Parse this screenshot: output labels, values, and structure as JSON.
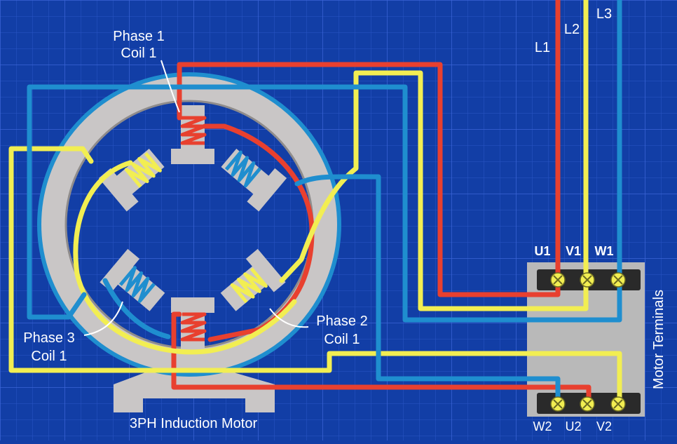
{
  "colors": {
    "background": "#123ea6",
    "grid": "#2f5bd0",
    "phase_red": "#e8402f",
    "phase_yellow": "#f2ee52",
    "phase_blue": "#1f8ecf",
    "stator_gray": "#c9c6c6",
    "terminal_box": "#b9b9b9",
    "label_text": "#ffffff"
  },
  "labels": {
    "phase1_line1": "Phase 1",
    "phase1_line2": "Coil 1",
    "phase2_line1": "Phase 2",
    "phase2_line2": "Coil 1",
    "phase3_line1": "Phase 3",
    "phase3_line2": "Coil 1",
    "motor_title": "3PH Induction Motor",
    "terminals_title": "Motor Terminals",
    "l1": "L1",
    "l2": "L2",
    "l3": "L3",
    "u1": "U1",
    "v1": "V1",
    "w1": "W1",
    "w2": "W2",
    "u2": "U2",
    "v2": "V2"
  }
}
